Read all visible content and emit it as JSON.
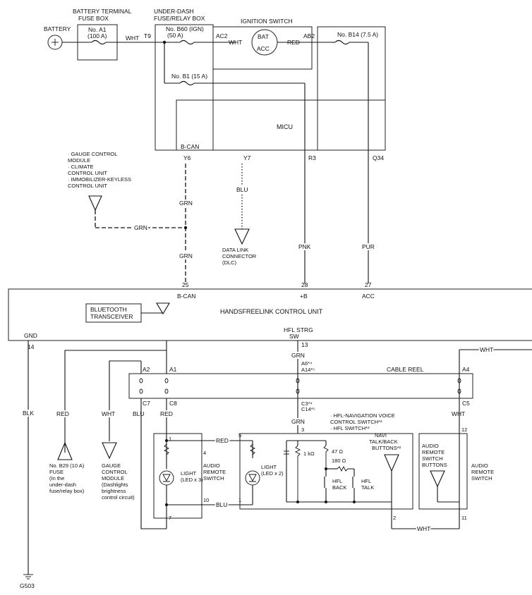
{
  "top": {
    "battery": "BATTERY",
    "battery_fuse_box": [
      "BATTERY TERMINAL",
      "FUSE BOX"
    ],
    "fuse_a1": [
      "No. A1",
      "(100 A)"
    ],
    "underdash_box": [
      "UNDER-DASH",
      "FUSE/RELAY BOX"
    ],
    "fuse_b60": [
      "No. B60 (IGN)",
      "(50 A)"
    ],
    "fuse_b1": "No. B1 (15 A)",
    "fuse_b14": "No. B14 (7.5 A)",
    "ignition_switch": "IGNITION SWITCH",
    "bat": "BAT",
    "acc": "ACC",
    "t9": "T9",
    "ac2": "AC2",
    "ab2": "AB2",
    "wht1": "WHT",
    "wht2": "WHT",
    "red1": "RED"
  },
  "micu": {
    "label": "MICU",
    "bcan": "B-CAN",
    "y6": "Y6",
    "y7": "Y7",
    "r3": "R3",
    "q34": "Q34"
  },
  "left_modules": [
    "· GAUGE CONTROL",
    "  MODULE",
    "· CLIMATE",
    "  CONTROL UNIT",
    "· IMMOBILIZER-KEYLESS",
    "  CONTROL UNIT"
  ],
  "wires_mid": {
    "grn1": "GRN",
    "grn2": "GRN",
    "grn3": "GRN",
    "blu": "BLU",
    "dlc": [
      "DATA LINK",
      "CONNECTOR",
      "(DLC)"
    ],
    "pnk": "PNK",
    "pur": "PUR"
  },
  "hfl_unit": {
    "pin25": "25",
    "pin28": "28",
    "pin27": "27",
    "bcan": "B-CAN",
    "plus_b": "+B",
    "acc": "ACC",
    "title": "HANDSFREELINK CONTROL UNIT",
    "bt": [
      "BLUETOOTH",
      "TRANSCEIVER"
    ],
    "gnd": "GND",
    "strg_sw": [
      "HFL STRG",
      "SW"
    ],
    "pin14": "14",
    "pin13": "13"
  },
  "cable_reel": {
    "label": "CABLE REEL",
    "a2": "A2",
    "a1": "A1",
    "a6": "A6*⁴",
    "a14": "A14*⁵",
    "a4": "A4",
    "c7": "C7",
    "c8": "C8",
    "c3": "C3*⁴",
    "c14": "C14*⁵",
    "c5": "C5",
    "grn_top": "GRN",
    "wht_top": "WHT"
  },
  "lower": {
    "blk": "BLK",
    "red_left": "RED",
    "wht_left": "WHT",
    "blu": "BLU",
    "red_a1": "RED",
    "grn": "GRN",
    "wht_right": "WHT",
    "fuse_b29": [
      "No. B29 (10 A)",
      "FUSE",
      "(In the",
      "under-dash",
      "fuse/relay box)"
    ],
    "gauge_module": [
      "GAUGE",
      "CONTROL",
      "MODULE",
      "(Dashlights",
      "brightness",
      "control circuit)"
    ],
    "hfl_nav": [
      "· HFL-NAVIGATION VOICE",
      "  CONTROL SWITCH*²",
      "· HFL SWITCH*³"
    ],
    "audio_sw": [
      "AUDIO",
      "REMOTE",
      "SWITCH"
    ],
    "audio_sw2": [
      "AUDIO",
      "REMOTE",
      "SWITCH"
    ],
    "audio_btns": [
      "AUDIO",
      "REMOTE",
      "SWITCH",
      "BUTTONS"
    ],
    "light3": [
      "LIGHT",
      "(LED x 3)"
    ],
    "light2": [
      "LIGHT",
      "(LED x 2)"
    ],
    "r1k": "1 kΩ",
    "r47": "47 Ω",
    "r180": "180 Ω",
    "hfl_back": [
      "HFL",
      "BACK"
    ],
    "hfl_talk": [
      "HFL",
      "TALK"
    ],
    "navi": [
      "NAVI",
      "TALK/BACK",
      "BUTTONS*²"
    ],
    "p1": "1",
    "p4": "4",
    "p10": "10",
    "p7": "7",
    "p5": "5",
    "p1b": "1",
    "p3": "3",
    "p2": "2",
    "p12": "12",
    "p11": "11",
    "red_mid": "RED",
    "blu_mid": "BLU",
    "wht_bottom": "WHT",
    "g503": "G503"
  }
}
